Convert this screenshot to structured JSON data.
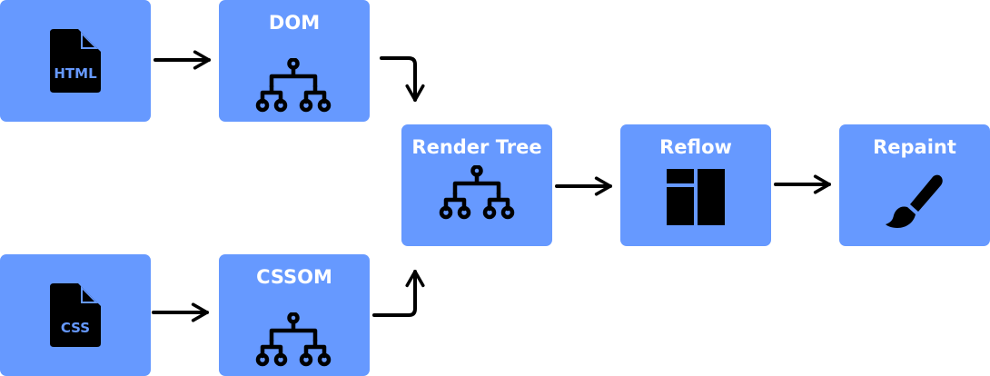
{
  "colors": {
    "node": "#6699ff",
    "text": "#ffffff",
    "icon": "#000000",
    "arrow": "#000000"
  },
  "nodes": {
    "html": {
      "file_label": "HTML",
      "icon": "file-icon"
    },
    "css": {
      "file_label": "CSS",
      "icon": "file-icon"
    },
    "dom": {
      "label": "DOM",
      "icon": "tree-icon"
    },
    "cssom": {
      "label": "CSSOM",
      "icon": "tree-icon"
    },
    "render_tree": {
      "label": "Render Tree",
      "icon": "tree-icon"
    },
    "reflow": {
      "label": "Reflow",
      "icon": "layout-icon"
    },
    "repaint": {
      "label": "Repaint",
      "icon": "brush-icon"
    }
  },
  "edges": [
    {
      "from": "html",
      "to": "dom"
    },
    {
      "from": "css",
      "to": "cssom"
    },
    {
      "from": "dom",
      "to": "render_tree"
    },
    {
      "from": "cssom",
      "to": "render_tree"
    },
    {
      "from": "render_tree",
      "to": "reflow"
    },
    {
      "from": "reflow",
      "to": "repaint"
    }
  ]
}
